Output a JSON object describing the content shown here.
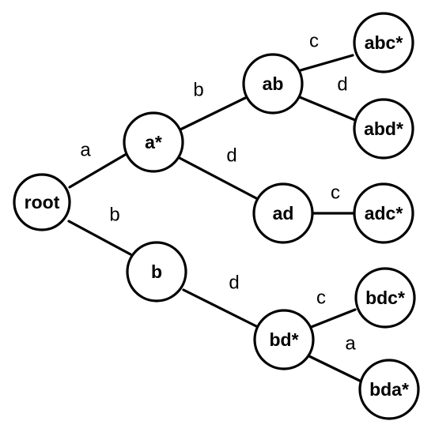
{
  "nodes": {
    "root": "root",
    "a": "a*",
    "b": "b",
    "ab": "ab",
    "ad": "ad",
    "bd": "bd*",
    "abc": "abc*",
    "abd": "abd*",
    "adc": "adc*",
    "bdc": "bdc*",
    "bda": "bda*"
  },
  "edges": {
    "root_a": "a",
    "root_b": "b",
    "a_ab": "b",
    "a_ad": "d",
    "b_bd": "d",
    "ab_abc": "c",
    "ab_abd": "d",
    "ad_adc": "c",
    "bd_bdc": "c",
    "bd_bda": "a"
  }
}
